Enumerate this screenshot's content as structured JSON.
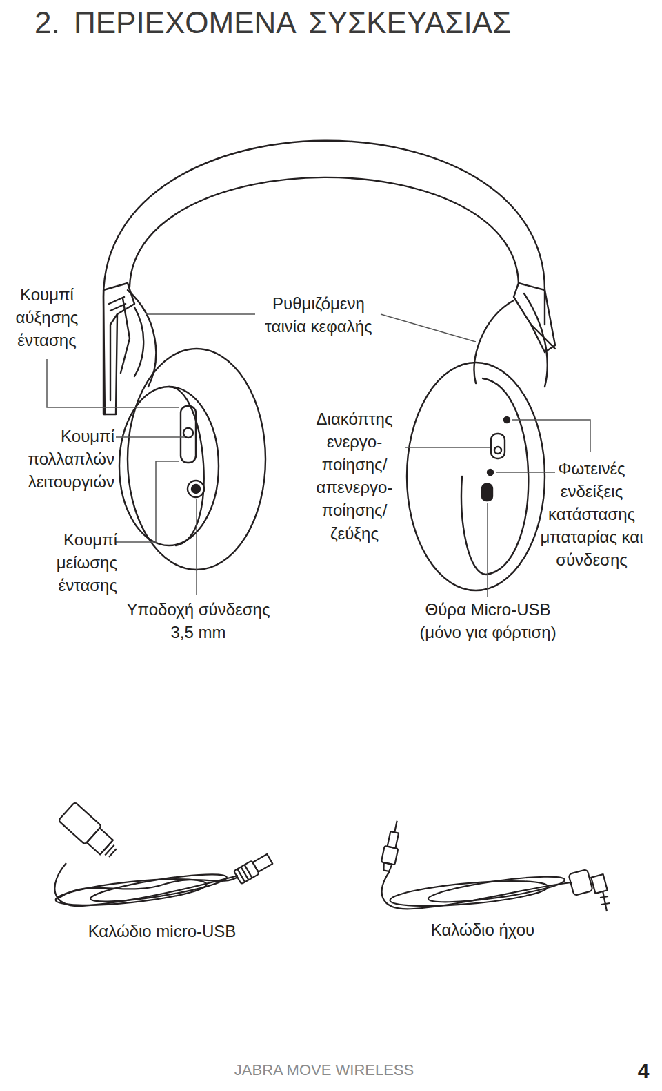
{
  "diagram": {
    "title": "2. ΠΕΡΙΕΧΟΜΕΝΑ ΣΥΣΚΕΥΑΣΙΑΣ",
    "labels": [
      "Κουμπί αύξησης έντασης",
      "Ρυθμιζόμενη ταινία κεφαλής",
      "Κουμπί πολλαπλών λειτουργιών",
      "Κουμπί μείωσης έντασης",
      "Υποδοχή σύνδεσης 3,5 mm",
      "Διακόπτης ενεργο- ποίησης/ απενεργο- ποίησης/ ζεύξης",
      "Φωτεινές ενδείξεις κατάστασης μπαταρίας και σύνδεσης",
      "Θύρα Micro-USB (μόνο για φόρτιση)",
      "Καλώδιο micro-USB",
      "Καλώδιο ήχου",
      "JABRA MOVE WIRELESS",
      "4"
    ]
  }
}
